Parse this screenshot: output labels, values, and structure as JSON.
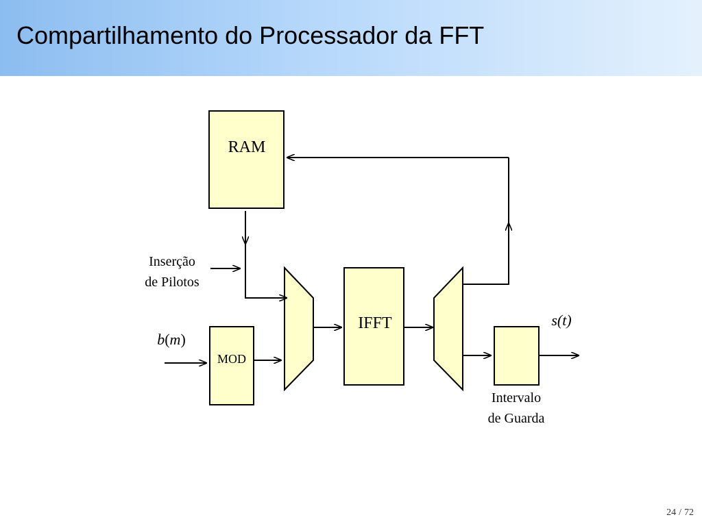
{
  "slide": {
    "title": "Compartilhamento do Processador da FFT",
    "page_current": "24",
    "page_separator": "/",
    "page_total": "72"
  },
  "colors": {
    "block_fill": "#ffffcc",
    "title_gradient_start": "#8cbdf0",
    "title_gradient_end": "#e4f1fd"
  },
  "diagram": {
    "ram_label": "RAM",
    "mod_label": "MOD",
    "ifft_label": "IFFT",
    "pilot_line1": "Inserção",
    "pilot_line2": "de Pilotos",
    "input_symbol": "b",
    "input_index": "m",
    "output_symbol": "s",
    "output_index": "t",
    "guard_line1": "Intervalo",
    "guard_line2": "de Guarda"
  }
}
